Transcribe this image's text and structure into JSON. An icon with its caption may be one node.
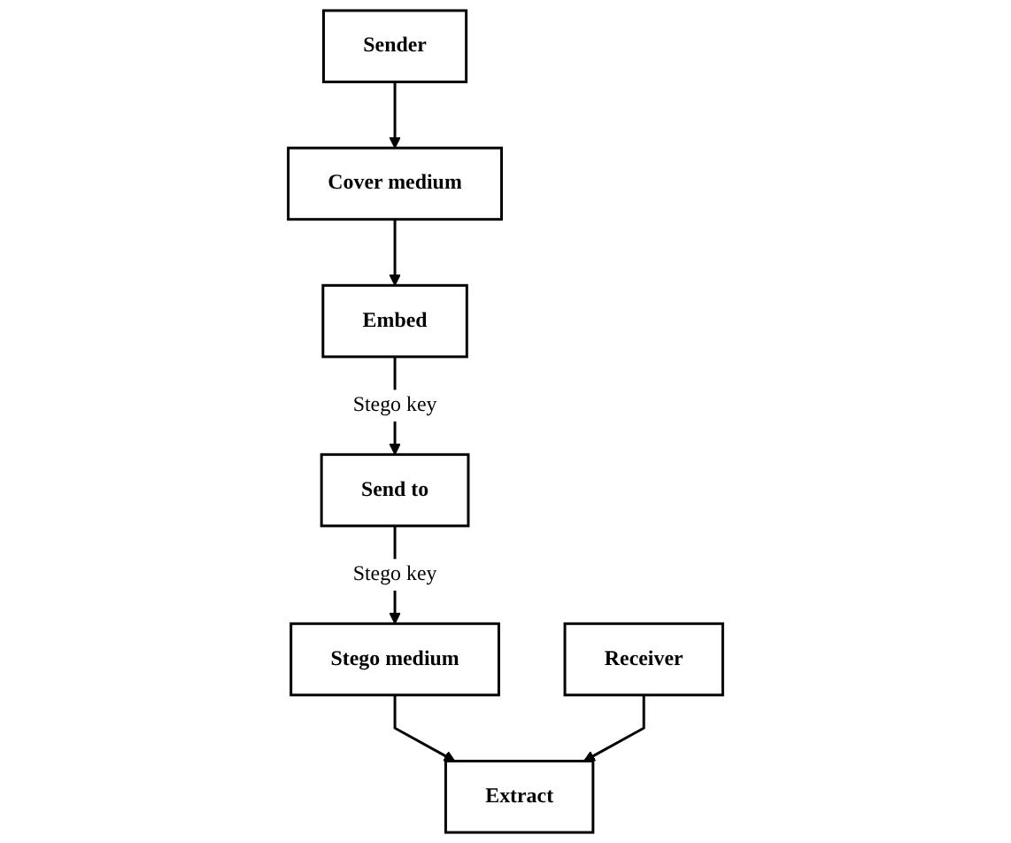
{
  "diagram": {
    "nodes": [
      {
        "text": [
          "Sender"
        ]
      },
      {
        "text": [
          "Cover medium"
        ]
      },
      {
        "text": [
          "Embed"
        ]
      },
      {
        "text": [
          "Send to"
        ]
      },
      {
        "text": [
          "Stego medium"
        ]
      },
      {
        "text": [
          "Extract"
        ]
      },
      {
        "text": [
          "Receiver"
        ]
      }
    ],
    "edges": [
      {
        "from": 0,
        "to": 1,
        "arrow": "to"
      },
      {
        "from": 1,
        "to": 2,
        "arrow": "to"
      },
      {
        "from": 2,
        "to": 3,
        "arrow": "to",
        "label": "Stego key"
      },
      {
        "from": 3,
        "to": 4,
        "arrow": "to",
        "label": "Stego key"
      },
      {
        "from": 4,
        "to": 5,
        "arrow": "to"
      },
      {
        "from": 6,
        "to": 5,
        "arrow": "to"
      }
    ]
  }
}
